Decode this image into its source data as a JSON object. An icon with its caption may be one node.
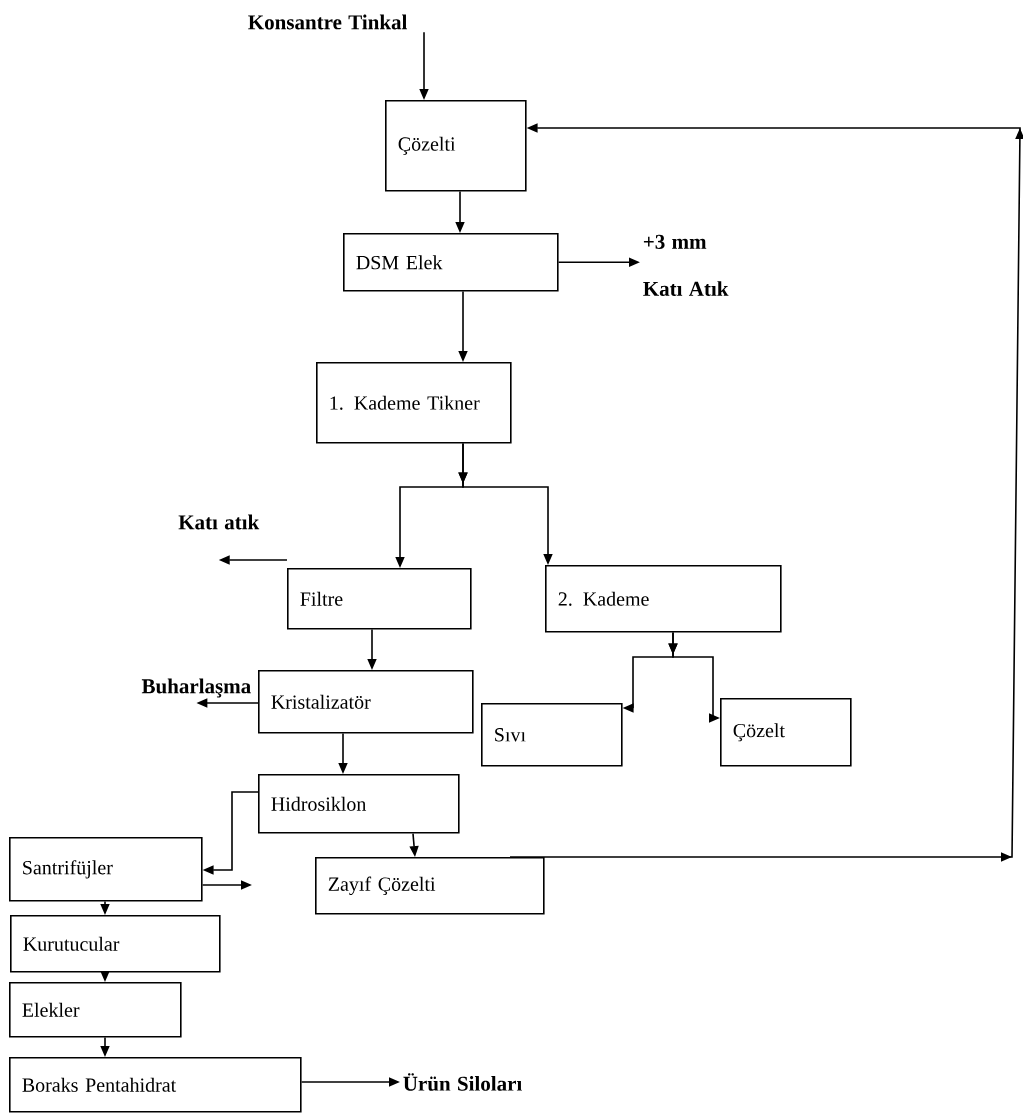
{
  "diagram": {
    "nodes": [
      {
        "text": [
          "Konsantre Tinkal"
        ]
      },
      {
        "text": [
          "Çözelti"
        ]
      },
      {
        "text": [
          "DSM Elek"
        ]
      },
      {
        "text": [
          "+3 mm",
          "Katı Atık"
        ]
      },
      {
        "text": [
          "1. Kademe Tikner"
        ]
      },
      {
        "text": [
          "Katı atık"
        ]
      },
      {
        "text": [
          "Filtre"
        ]
      },
      {
        "text": [
          "2. Kademe"
        ]
      },
      {
        "text": [
          "Buharlaşma"
        ]
      },
      {
        "text": [
          "Kristalizatör"
        ]
      },
      {
        "text": [
          "Sıvı"
        ]
      },
      {
        "text": [
          "Çözelt"
        ]
      },
      {
        "text": [
          "Hidrosiklon"
        ]
      },
      {
        "text": [
          "Santrifüjler"
        ]
      },
      {
        "text": [
          "Zayıf Çözelti"
        ]
      },
      {
        "text": [
          "Kurutucular"
        ]
      },
      {
        "text": [
          "Elekler"
        ]
      },
      {
        "text": [
          "Boraks Pentahidrat"
        ]
      },
      {
        "text": [
          "Ürün Siloları"
        ]
      }
    ],
    "edges": [
      {
        "from": 0,
        "to": 1,
        "arrow": "to"
      },
      {
        "from": 1,
        "to": 2,
        "arrow": "to"
      },
      {
        "from": 2,
        "to": 3,
        "arrow": "to"
      },
      {
        "from": 2,
        "to": 4,
        "arrow": "to"
      },
      {
        "from": 4,
        "to": 6,
        "arrow": "to"
      },
      {
        "from": 4,
        "to": 7,
        "arrow": "to"
      },
      {
        "from": 6,
        "to": 5,
        "arrow": "to"
      },
      {
        "from": 6,
        "to": 9,
        "arrow": "to"
      },
      {
        "from": 9,
        "to": 8,
        "arrow": "to"
      },
      {
        "from": 7,
        "to": 10,
        "arrow": "to"
      },
      {
        "from": 7,
        "to": 11,
        "arrow": "to"
      },
      {
        "from": 9,
        "to": 12,
        "arrow": "to"
      },
      {
        "from": 12,
        "to": 13,
        "arrow": "to"
      },
      {
        "from": 12,
        "to": 14,
        "arrow": "to"
      },
      {
        "from": 13,
        "to": null,
        "arrow": "to"
      },
      {
        "from": 14,
        "to": 1,
        "arrow": "to"
      },
      {
        "from": 13,
        "to": 15,
        "arrow": "to"
      },
      {
        "from": 15,
        "to": 16,
        "arrow": "to"
      },
      {
        "from": 16,
        "to": 17,
        "arrow": "to"
      },
      {
        "from": 17,
        "to": 18,
        "arrow": "to"
      }
    ]
  }
}
